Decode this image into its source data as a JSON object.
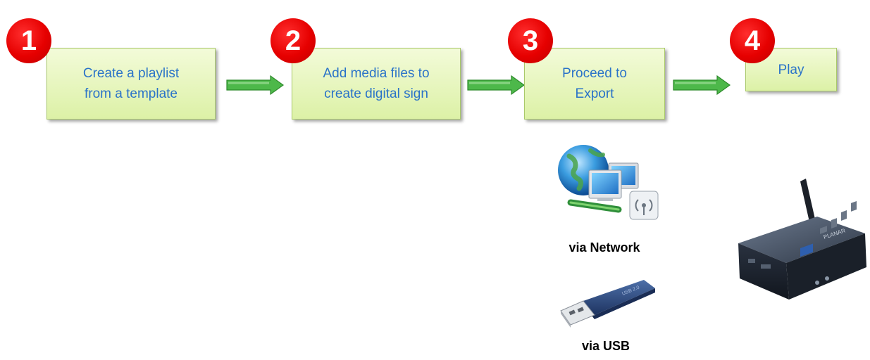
{
  "steps": [
    {
      "number": "1",
      "text": "Create a playlist\nfrom a template"
    },
    {
      "number": "2",
      "text": "Add media files to\ncreate digital sign"
    },
    {
      "number": "3",
      "text": "Proceed to\nExport"
    },
    {
      "number": "4",
      "text": "Play"
    }
  ],
  "export_options": [
    {
      "label": "via Network",
      "icon": "network-computers-icon"
    },
    {
      "label": "via USB",
      "icon": "usb-drive-icon"
    }
  ],
  "player": {
    "icon": "media-player-device-icon"
  },
  "colors": {
    "badge": "#e60000",
    "box_fill": "#dcf1a6",
    "box_border": "#a9c96a",
    "step_text": "#2a73c8",
    "arrow": "#4db84a"
  }
}
